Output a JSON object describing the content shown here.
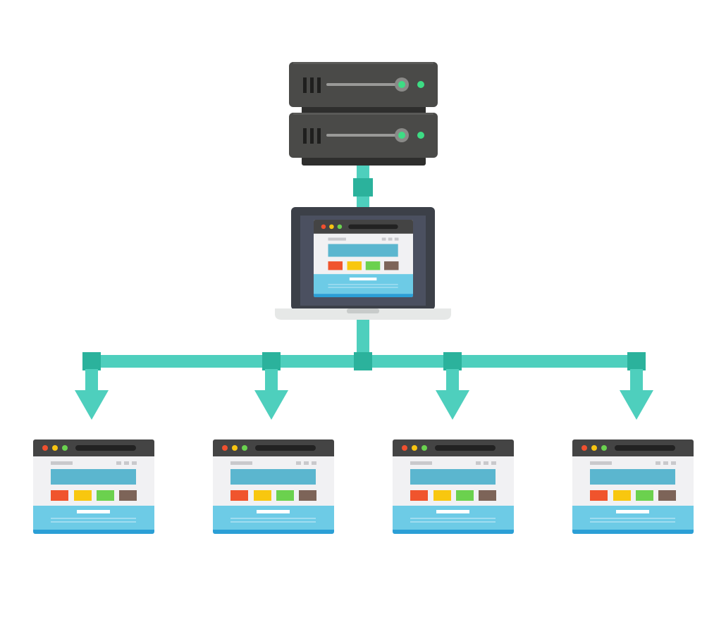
{
  "colors": {
    "background": "#ffffff",
    "server_body": "#4a4a48",
    "server_top_edge": "#5a5a58",
    "server_base": "#2e2e2d",
    "server_vent": "#1f1f1e",
    "server_slot": "#9a9a98",
    "server_knob": "#8a8a88",
    "led_green": "#3ddc84",
    "connector": "#4ecfbd",
    "connector_joint": "#2bb29c",
    "laptop_frame": "#3c4048",
    "laptop_screen_bezel": "#4b5060",
    "laptop_base": "#e6e8e7",
    "laptop_notch": "#c8cbca",
    "window_titlebar": "#444444",
    "window_address": "#222222",
    "window_body": "#f1f1f3",
    "window_placeholder": "#c9c9cc",
    "window_banner": "#5bb6cf",
    "window_footer": "#6dcbe6",
    "window_footer_base": "#2b9fd6",
    "window_footer_button": "#ffffff",
    "window_footer_lines": "#9fdcf0",
    "dot_red": "#f0502f",
    "dot_yellow": "#f8c411",
    "dot_green": "#6ad24f",
    "block_red": "#f0542d",
    "block_yellow": "#f8c70f",
    "block_green": "#6bd14e",
    "block_brown": "#7d6458"
  },
  "nodes": {
    "server": {
      "icon": "server-rack-icon",
      "units": 2
    },
    "hub": {
      "icon": "laptop-icon"
    },
    "clients": [
      {
        "icon": "browser-window-icon"
      },
      {
        "icon": "browser-window-icon"
      },
      {
        "icon": "browser-window-icon"
      },
      {
        "icon": "browser-window-icon"
      }
    ]
  },
  "connections": [
    {
      "from": "server",
      "to": "hub"
    },
    {
      "from": "hub",
      "to": "client-1"
    },
    {
      "from": "hub",
      "to": "client-2"
    },
    {
      "from": "hub",
      "to": "client-3"
    },
    {
      "from": "hub",
      "to": "client-4"
    }
  ]
}
